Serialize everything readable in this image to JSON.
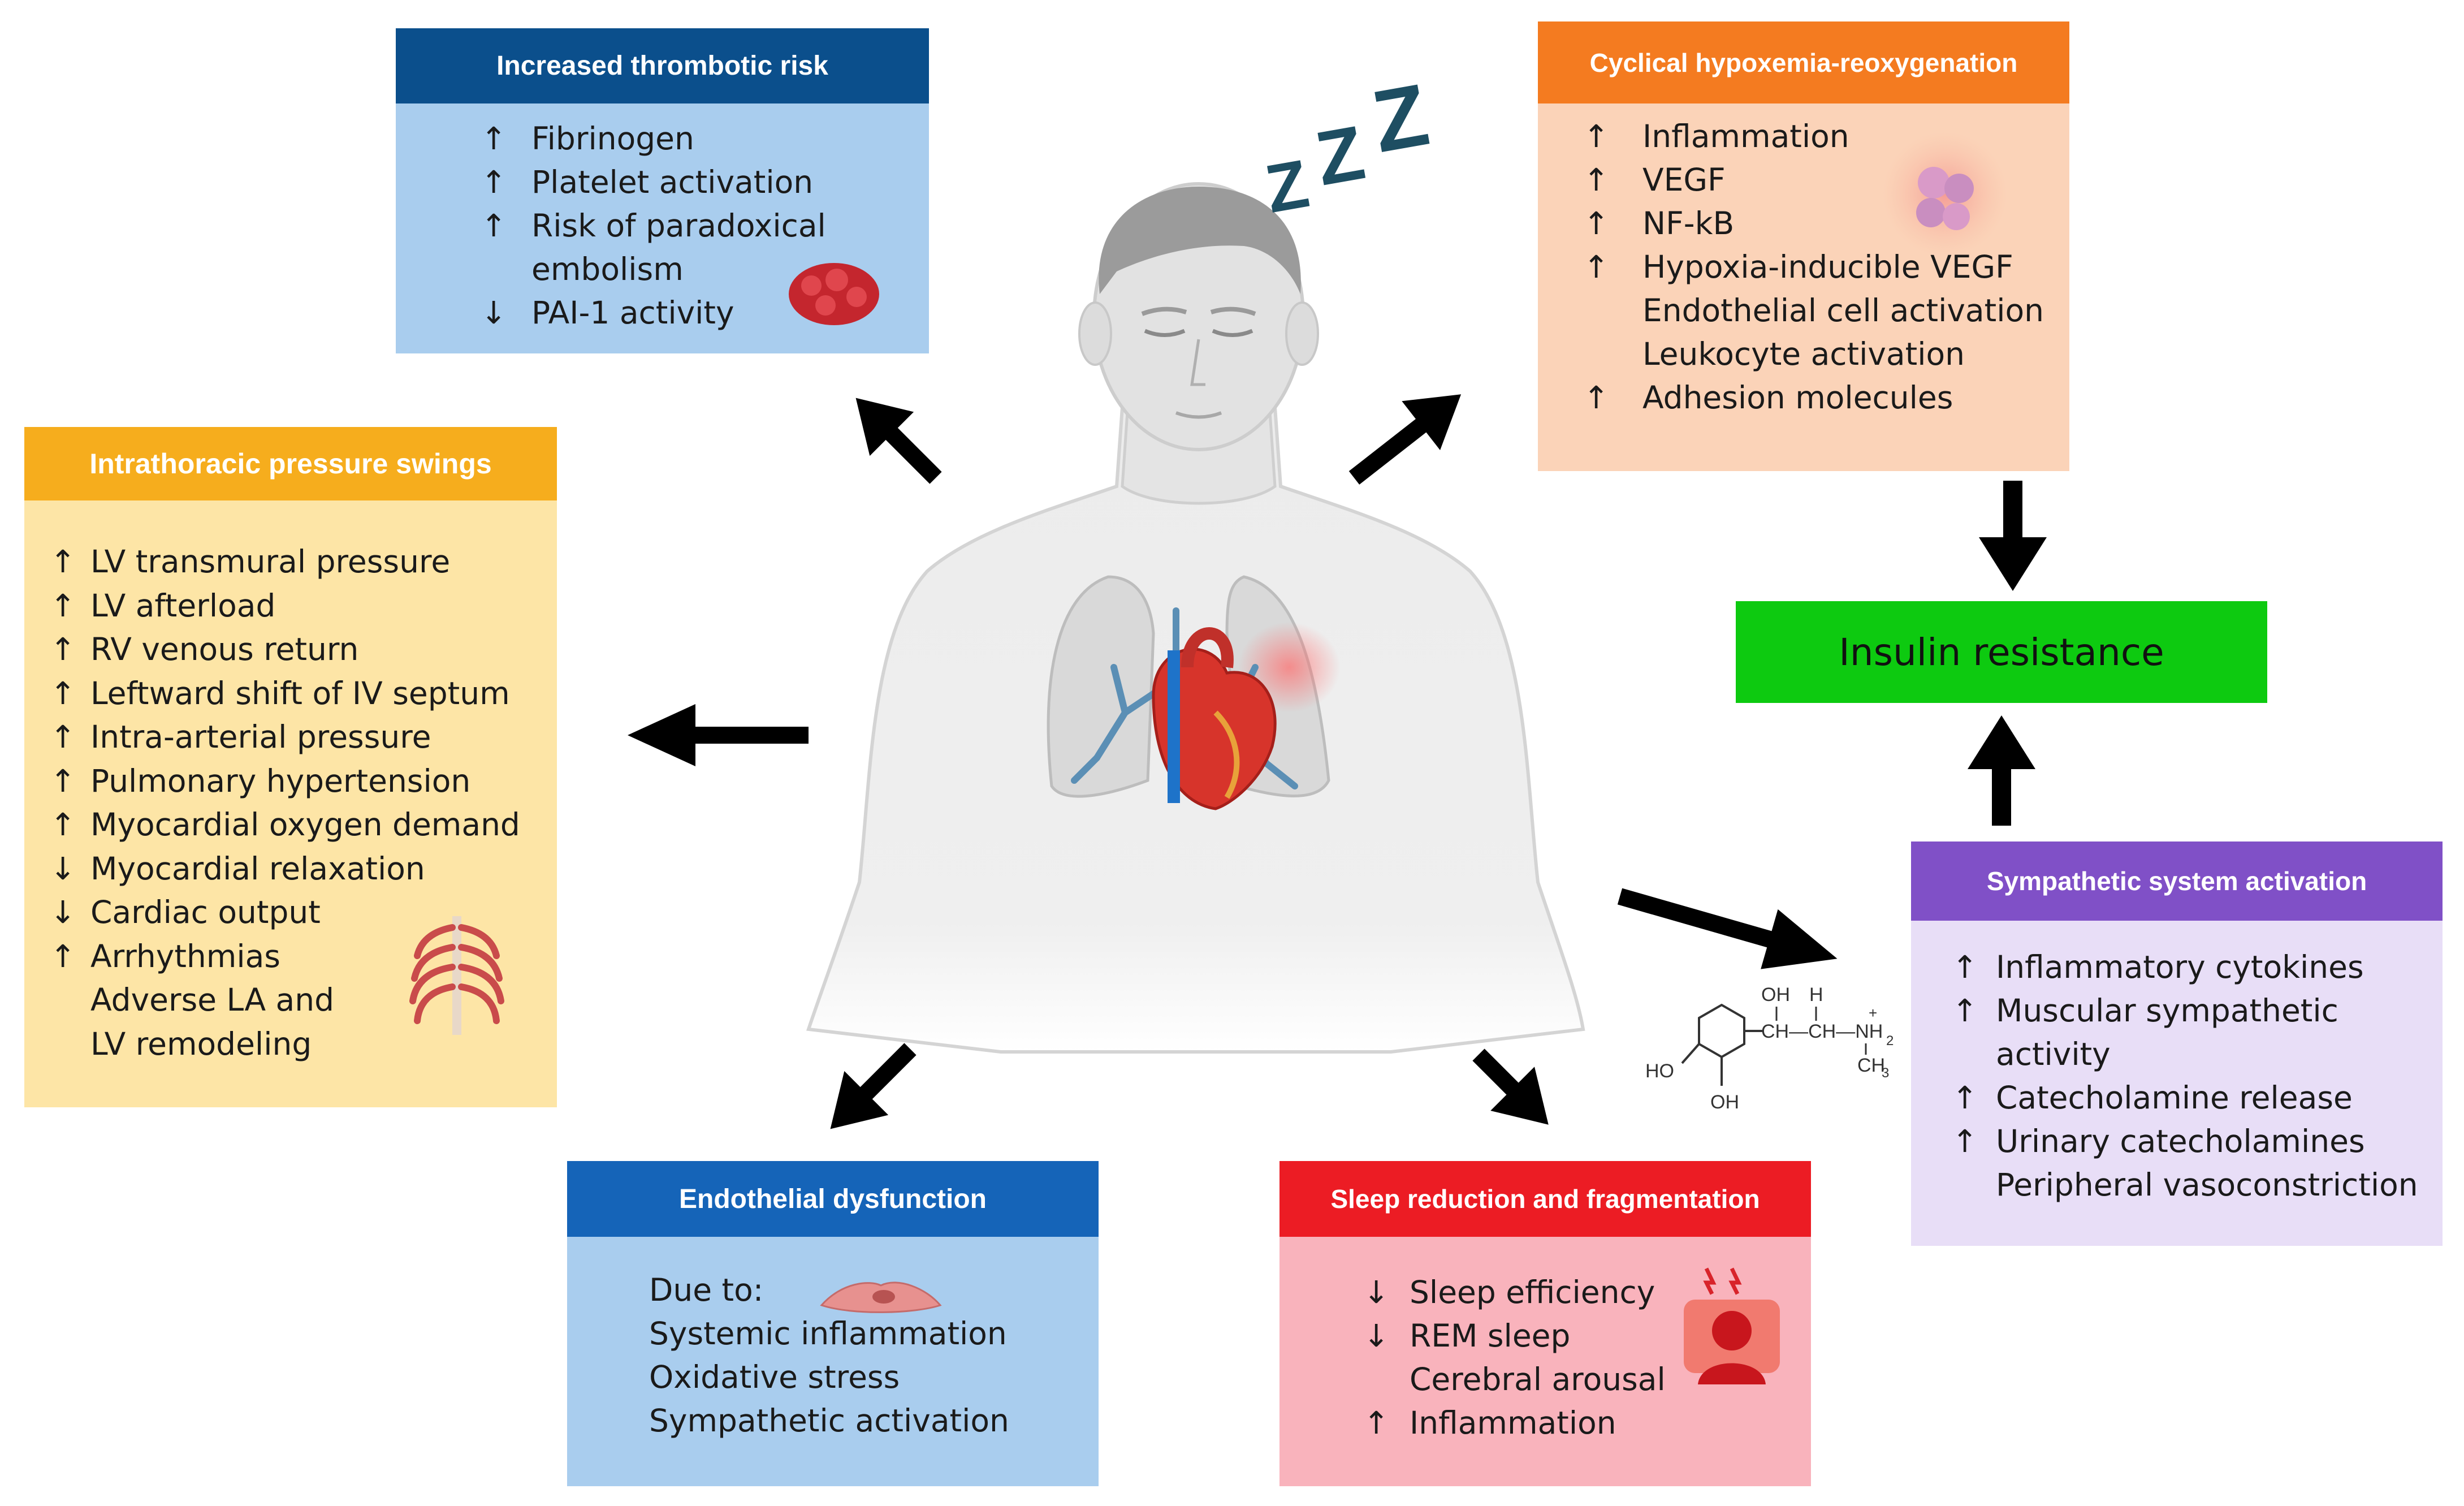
{
  "thrombotic": {
    "title": "Increased thrombotic risk",
    "items": [
      {
        "dir": "up",
        "text": "Fibrinogen"
      },
      {
        "dir": "up",
        "text": "Platelet activation"
      },
      {
        "dir": "up",
        "text": "Risk of paradoxical embolism"
      },
      {
        "dir": "down",
        "text": "PAI-1 activity"
      }
    ]
  },
  "hypoxemia": {
    "title": "Cyclical hypoxemia-reoxygenation",
    "items": [
      {
        "dir": "up",
        "text": "Inflammation"
      },
      {
        "dir": "up",
        "text": "VEGF"
      },
      {
        "dir": "up",
        "text": "NF-kB"
      },
      {
        "dir": "up",
        "text": "Hypoxia-inducible VEGF"
      },
      {
        "dir": "none",
        "text": "Endothelial cell activation"
      },
      {
        "dir": "none",
        "text": "Leukocyte activation"
      },
      {
        "dir": "up",
        "text": "Adhesion molecules"
      }
    ]
  },
  "intrathoracic": {
    "title": "Intrathoracic pressure swings",
    "items": [
      {
        "dir": "up",
        "text": "LV transmural pressure"
      },
      {
        "dir": "up",
        "text": "LV afterload"
      },
      {
        "dir": "up",
        "text": "RV venous return"
      },
      {
        "dir": "up",
        "text": "Leftward shift of IV septum"
      },
      {
        "dir": "up",
        "text": "Intra-arterial pressure"
      },
      {
        "dir": "up",
        "text": "Pulmonary hypertension"
      },
      {
        "dir": "up",
        "text": "Myocardial oxygen demand"
      },
      {
        "dir": "down",
        "text": "Myocardial relaxation"
      },
      {
        "dir": "down",
        "text": "Cardiac output"
      },
      {
        "dir": "up",
        "text": "Arrhythmias"
      },
      {
        "dir": "none",
        "text": "Adverse LA and LV remodeling"
      }
    ]
  },
  "insulin": {
    "title": "Insulin resistance"
  },
  "sympathetic": {
    "title": "Sympathetic system activation",
    "items": [
      {
        "dir": "up",
        "text": "Inflammatory cytokines"
      },
      {
        "dir": "up",
        "text": "Muscular sympathetic activity"
      },
      {
        "dir": "up",
        "text": "Catecholamine release"
      },
      {
        "dir": "up",
        "text": "Urinary catecholamines"
      },
      {
        "dir": "none",
        "text": "Peripheral vasoconstriction"
      }
    ]
  },
  "endothelial": {
    "title": "Endothelial dysfunction",
    "items": [
      {
        "dir": "none",
        "text": "Due to:"
      },
      {
        "dir": "none",
        "text": "Systemic inflammation"
      },
      {
        "dir": "none",
        "text": "Oxidative stress"
      },
      {
        "dir": "none",
        "text": "Sympathetic activation"
      }
    ]
  },
  "sleep": {
    "title": "Sleep reduction and fragmentation",
    "items": [
      {
        "dir": "down",
        "text": "Sleep efficiency"
      },
      {
        "dir": "down",
        "text": "REM sleep"
      },
      {
        "dir": "none",
        "text": "Cerebral arousal"
      },
      {
        "dir": "up",
        "text": "Inflammation"
      }
    ]
  },
  "molecule": {
    "oh_top": "OH",
    "h_top": "H",
    "ch_chain": "CH—CH—NH",
    "nh_sub": "2",
    "plus": "+",
    "ch3": "CH",
    "ch3_sub": "3",
    "ho": "HO",
    "oh_bottom": "OH"
  },
  "sleep_icon": {
    "z1": "Z",
    "z2": "Z",
    "z3": "Z"
  },
  "colors": {
    "thrombotic_header": "#0b4f8c",
    "thrombotic_body": "#a9cdee",
    "hypoxemia_header": "#f47b20",
    "hypoxemia_body": "#fbd3b8",
    "intrathoracic_header": "#f6ad1d",
    "intrathoracic_body": "#fde5a6",
    "insulin": "#0dca10",
    "sympathetic_header": "#8050c7",
    "sympathetic_body": "#e8def7",
    "endothelial_header": "#1564b8",
    "endothelial_body": "#a9cdee",
    "sleep_header": "#ec1c24",
    "sleep_body": "#f9b3bc",
    "zzz": "#1e4e62"
  }
}
